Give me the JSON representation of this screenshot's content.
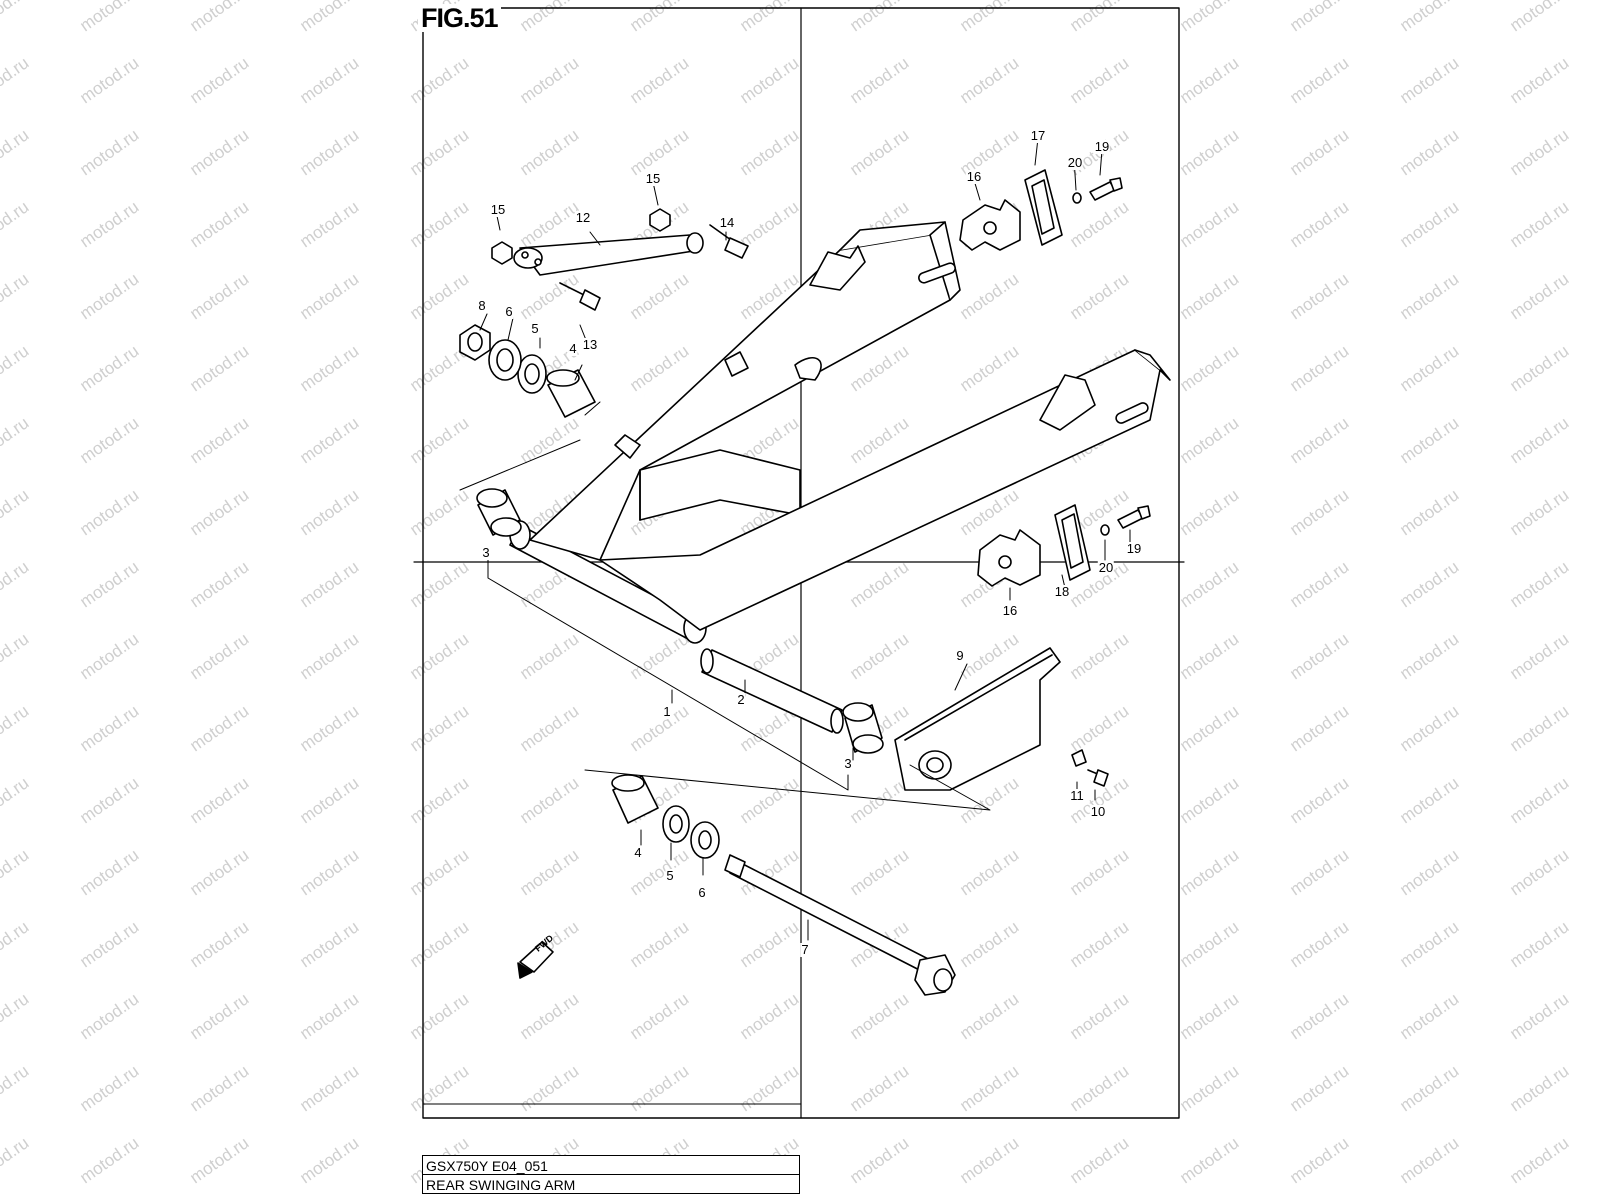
{
  "figure": {
    "title": "FIG.51"
  },
  "watermark": {
    "text": "motod.ru"
  },
  "callouts": [
    {
      "id": "p1",
      "label": "1"
    },
    {
      "id": "p2",
      "label": "2"
    },
    {
      "id": "p3a",
      "label": "3"
    },
    {
      "id": "p3b",
      "label": "3"
    },
    {
      "id": "p4a",
      "label": "4"
    },
    {
      "id": "p4b",
      "label": "4"
    },
    {
      "id": "p5a",
      "label": "5"
    },
    {
      "id": "p5b",
      "label": "5"
    },
    {
      "id": "p6a",
      "label": "6"
    },
    {
      "id": "p6b",
      "label": "6"
    },
    {
      "id": "p7",
      "label": "7"
    },
    {
      "id": "p8",
      "label": "8"
    },
    {
      "id": "p9",
      "label": "9"
    },
    {
      "id": "p10",
      "label": "10"
    },
    {
      "id": "p11",
      "label": "11"
    },
    {
      "id": "p12",
      "label": "12"
    },
    {
      "id": "p13",
      "label": "13"
    },
    {
      "id": "p14",
      "label": "14"
    },
    {
      "id": "p15a",
      "label": "15"
    },
    {
      "id": "p15b",
      "label": "15"
    },
    {
      "id": "p16a",
      "label": "16"
    },
    {
      "id": "p16b",
      "label": "16"
    },
    {
      "id": "p17",
      "label": "17"
    },
    {
      "id": "p18",
      "label": "18"
    },
    {
      "id": "p19a",
      "label": "19"
    },
    {
      "id": "p19b",
      "label": "19"
    },
    {
      "id": "p20a",
      "label": "20"
    },
    {
      "id": "p20b",
      "label": "20"
    }
  ],
  "fwd_marker": {
    "text": "FWD"
  },
  "caption": {
    "model_code": "GSX750Y E04_051",
    "part_name": "REAR SWINGING ARM"
  }
}
